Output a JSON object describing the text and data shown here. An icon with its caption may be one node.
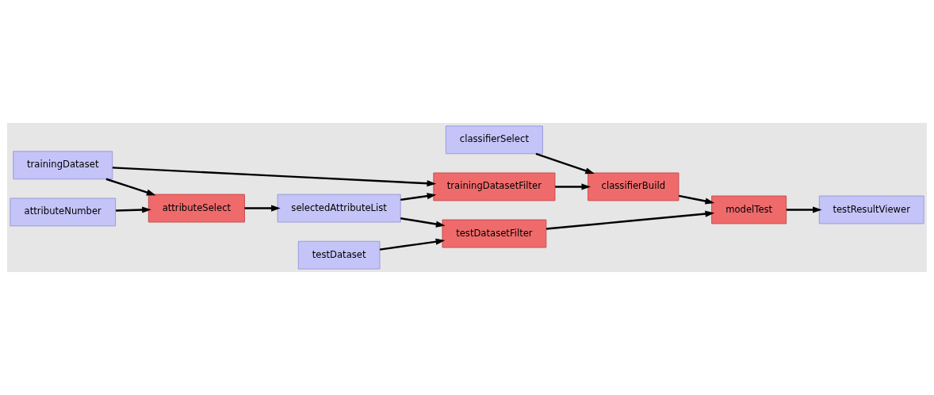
{
  "diagram": {
    "nodes": [
      {
        "text": [
          "classifierSelect"
        ]
      },
      {
        "text": [
          "classifierBuild"
        ]
      },
      {
        "text": [
          "trainingDataset"
        ]
      },
      {
        "text": [
          "trainingDatasetFilter"
        ]
      },
      {
        "text": [
          "attributeNumber"
        ]
      },
      {
        "text": [
          "attributeSelect"
        ]
      },
      {
        "text": [
          "modelTest"
        ]
      },
      {
        "text": [
          "selectedAttributeList"
        ]
      },
      {
        "text": [
          "testDataset"
        ]
      },
      {
        "text": [
          "testResultViewer"
        ]
      },
      {
        "text": [
          "testDatasetFilter"
        ]
      }
    ],
    "edges": [
      {
        "from": 0,
        "to": 1,
        "arrow": "to"
      },
      {
        "from": 2,
        "to": 3,
        "arrow": "to"
      },
      {
        "from": 2,
        "to": 5,
        "arrow": "to"
      },
      {
        "from": 4,
        "to": 5,
        "arrow": "to"
      },
      {
        "from": 5,
        "to": 7,
        "arrow": "to"
      },
      {
        "from": 7,
        "to": 3,
        "arrow": "to"
      },
      {
        "from": 3,
        "to": 1,
        "arrow": "to"
      },
      {
        "from": 1,
        "to": 6,
        "arrow": "to"
      },
      {
        "from": 8,
        "to": 10,
        "arrow": "to"
      },
      {
        "from": 7,
        "to": 10,
        "arrow": "to"
      },
      {
        "from": 10,
        "to": 6,
        "arrow": "to"
      },
      {
        "from": 6,
        "to": 9,
        "arrow": "to"
      }
    ]
  }
}
